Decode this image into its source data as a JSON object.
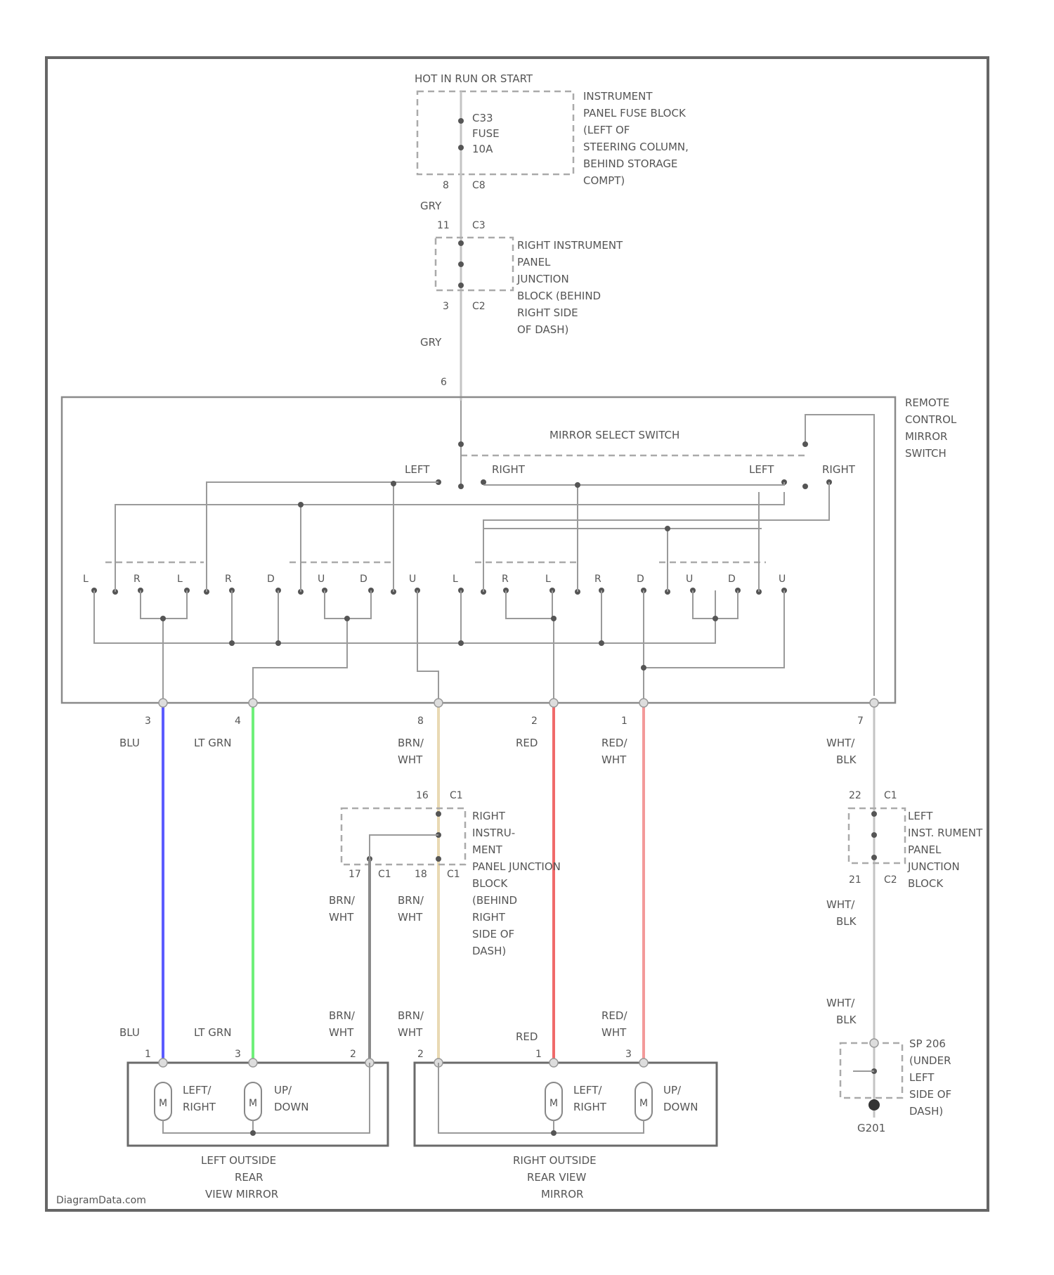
{
  "top": {
    "hot_label": "HOT IN RUN OR START",
    "fuse_text": [
      "C33",
      "FUSE",
      "10A"
    ],
    "fuse_block_desc": [
      "INSTRUMENT",
      "PANEL FUSE BLOCK",
      "(LEFT OF",
      "STEERING COLUMN,",
      "BEHIND STORAGE",
      "COMPT)"
    ],
    "pin_out_num": "8",
    "pin_out_conn": "C8",
    "wire1": "GRY",
    "jb1_in_num": "11",
    "jb1_in_conn": "C3",
    "jb1_desc": [
      "RIGHT INSTRUMENT",
      "PANEL",
      "JUNCTION",
      "BLOCK (BEHIND",
      "RIGHT SIDE",
      "OF DASH)"
    ],
    "jb1_out_num": "3",
    "jb1_out_conn": "C2",
    "wire2": "GRY",
    "switch_in_pin": "6"
  },
  "switch": {
    "name": [
      "REMOTE",
      "CONTROL",
      "MIRROR",
      "SWITCH"
    ],
    "select_label": "MIRROR SELECT SWITCH",
    "sel_left1": "LEFT",
    "sel_right1": "RIGHT",
    "sel_left2": "LEFT",
    "sel_right2": "RIGHT",
    "contacts": [
      "L",
      "R",
      "L",
      "R",
      "D",
      "U",
      "D",
      "U",
      "L",
      "R",
      "L",
      "R",
      "D",
      "U",
      "D",
      "U"
    ]
  },
  "outputs": {
    "p3_num": "3",
    "p3_color": "BLU",
    "p4_num": "4",
    "p4_color": "LT GRN",
    "p8_num": "8",
    "p8_color_a": "BRN/",
    "p8_color_b": "WHT",
    "p2_num": "2",
    "p2_color": "RED",
    "p1_num": "1",
    "p1_color_a": "RED/",
    "p1_color_b": "WHT",
    "p7_num": "7",
    "p7_color_a": "WHT/",
    "p7_color_b": "BLK"
  },
  "jb2": {
    "in_num": "16",
    "in_conn": "C1",
    "out_left_num": "17",
    "out_left_conn": "C1",
    "out_right_num": "18",
    "out_right_conn": "C1",
    "desc": [
      "RIGHT",
      "INSTRU-",
      "MENT",
      "PANEL JUNCTION",
      "BLOCK",
      "(BEHIND",
      "RIGHT",
      "SIDE OF",
      "DASH)"
    ],
    "wire_left_a": "BRN/",
    "wire_left_b": "WHT",
    "wire_right_a": "BRN/",
    "wire_right_b": "WHT"
  },
  "jb3": {
    "in_num": "22",
    "in_conn": "C1",
    "out_num": "21",
    "out_conn": "C2",
    "desc": [
      "LEFT",
      "INST. RUMENT",
      "PANEL",
      "JUNCTION",
      "BLOCK"
    ],
    "wire_a": "WHT/",
    "wire_b": "BLK",
    "wire2_a": "WHT/",
    "wire2_b": "BLK"
  },
  "ground": {
    "splice_desc": [
      "SP 206",
      "(UNDER",
      "LEFT",
      "SIDE OF",
      "DASH)"
    ],
    "ground_id": "G201"
  },
  "mirrors": {
    "left_pins": [
      "1",
      "3",
      "2"
    ],
    "left_wires": [
      "BLU",
      "LT GRN",
      "BRN/",
      "WHT"
    ],
    "left_motor1": [
      "LEFT/",
      "RIGHT"
    ],
    "left_motor2": [
      "UP/",
      "DOWN"
    ],
    "left_name": [
      "LEFT OUTSIDE",
      "REAR",
      "VIEW MIRROR"
    ],
    "motor_symbol": "M",
    "right_pins": [
      "2",
      "1",
      "3"
    ],
    "right_wires": [
      "BRN/",
      "WHT",
      "RED",
      "RED/",
      "WHT"
    ],
    "right_motor1": [
      "LEFT/",
      "RIGHT"
    ],
    "right_motor2": [
      "UP/",
      "DOWN"
    ],
    "right_name": [
      "RIGHT OUTSIDE",
      "REAR VIEW",
      "MIRROR"
    ]
  },
  "watermark": "DiagramData.com",
  "colors": {
    "blu": "#5b5bff",
    "lt_grn": "#6ff07a",
    "brn_wht": "#e9d9b3",
    "red": "#f06a6a",
    "red_wht": "#f39a9a",
    "gray_wire": "#c4c4c4",
    "brn_left": "#8a8a8a"
  }
}
